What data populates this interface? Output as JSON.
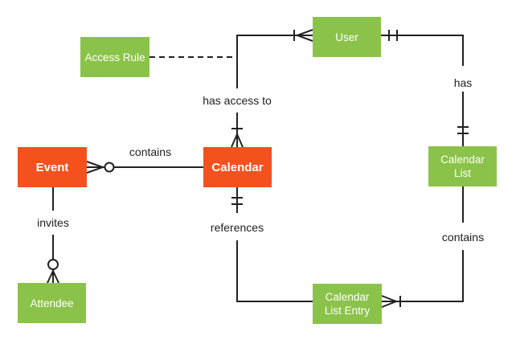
{
  "diagram_type": "entity-relationship-diagram",
  "colors": {
    "entity_orange": "#F4511E",
    "entity_green": "#8BC34A",
    "line": "#212121",
    "entity_text": "#FFFFFF",
    "label_text": "#212121",
    "background": "#FFFFFF"
  },
  "entities": {
    "event": {
      "label": "Event",
      "color": "orange"
    },
    "calendar": {
      "label": "Calendar",
      "color": "orange"
    },
    "access_rule": {
      "label": "Access Rule",
      "color": "green"
    },
    "user": {
      "label": "User",
      "color": "green"
    },
    "calendar_list": {
      "label": "Calendar List",
      "color": "green"
    },
    "attendee": {
      "label": "Attendee",
      "color": "green"
    },
    "calendar_list_entry": {
      "label": "Calendar List Entry",
      "color": "green"
    }
  },
  "labels": {
    "contains_event_calendar": "contains",
    "has_access_to": "has access to",
    "has": "has",
    "invites": "invites",
    "references": "references",
    "contains_list_entry": "contains"
  },
  "relationships": [
    {
      "from": "Event",
      "to": "Calendar",
      "label": "contains",
      "event_end": "zero-or-many",
      "calendar_end": "plain",
      "line_style": "solid"
    },
    {
      "from": "User",
      "to": "Calendar",
      "label": "has access to",
      "user_end": "one-or-many",
      "calendar_end": "one-or-many",
      "line_style": "solid"
    },
    {
      "from": "User",
      "to": "Calendar List",
      "label": "has",
      "user_end": "one-and-only-one",
      "calendar_list_end": "one-and-only-one",
      "line_style": "solid"
    },
    {
      "from": "Event",
      "to": "Attendee",
      "label": "invites",
      "attendee_end": "zero-or-many",
      "line_style": "solid"
    },
    {
      "from": "Calendar",
      "to": "Calendar List Entry",
      "label": "references",
      "calendar_end": "one-and-only-one",
      "line_style": "solid"
    },
    {
      "from": "Calendar List",
      "to": "Calendar List Entry",
      "label": "contains",
      "calendar_list_entry_end": "one-or-many",
      "line_style": "solid"
    },
    {
      "from": "Access Rule",
      "to": "has access to relationship",
      "label": "",
      "line_style": "dashed"
    }
  ]
}
